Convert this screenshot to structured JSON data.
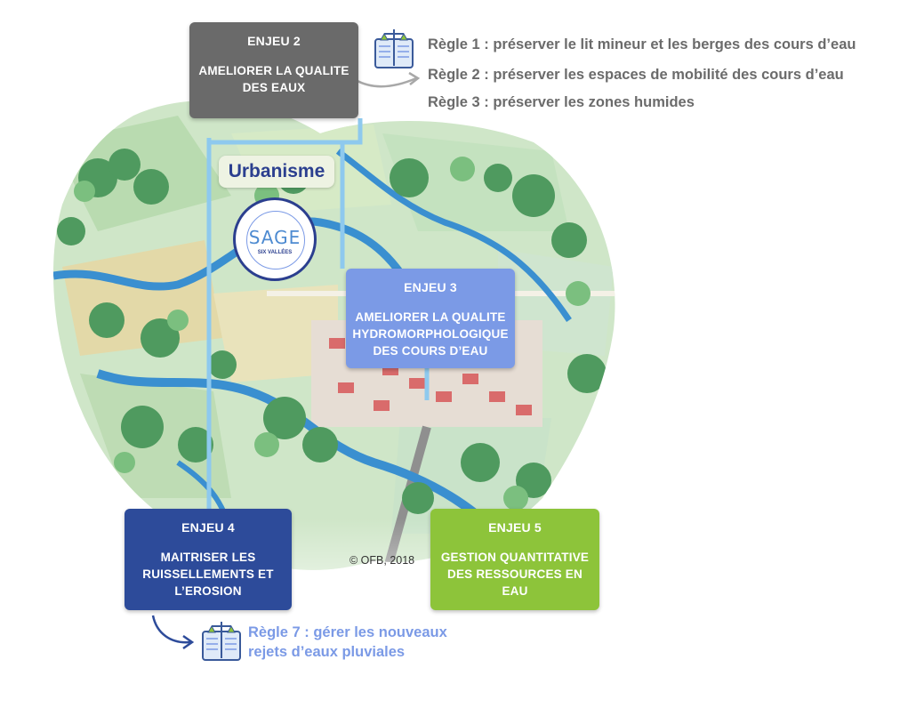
{
  "enjeux": {
    "e2": {
      "num": "ENJEU 2",
      "text": "AMELIORER LA QUALITE DES EAUX"
    },
    "e3": {
      "num": "ENJEU 3",
      "text": "AMELIORER LA QUALITE HYDROMORPHOLOGIQUE DES COURS D’EAU"
    },
    "e4": {
      "num": "ENJEU 4",
      "text": "MAITRISER LES RUISSELLEMENTS ET L’EROSION"
    },
    "e5": {
      "num": "ENJEU 5",
      "text": "GESTION QUANTITATIVE DES RESSOURCES EN EAU"
    }
  },
  "urbanisme": "Urbanisme",
  "logo": {
    "word": "SAGE",
    "sub": "SIX VALLÉES"
  },
  "rules_top": [
    "Règle 1 : préserver le lit mineur et les berges des cours d’eau",
    "Règle 2 : préserver les espaces de mobilité des cours d’eau",
    "Règle 3 : préserver les zones humides"
  ],
  "rule_bottom": "Règle 7 : gérer les nouveaux rejets d’eaux pluviales",
  "copyright": "© OFB, 2018",
  "icons": {
    "top": "law-book-scales-icon",
    "bottom": "law-book-scales-icon"
  },
  "colors": {
    "enjeu2": "#6a6a6a",
    "enjeu3": "#7b9ae6",
    "enjeu4": "#2d4b9a",
    "enjeu5": "#8dc43a",
    "connector": "#8ec9ee",
    "rule_gray": "#6b6b6b",
    "rule_blue": "#7b9ae6"
  }
}
